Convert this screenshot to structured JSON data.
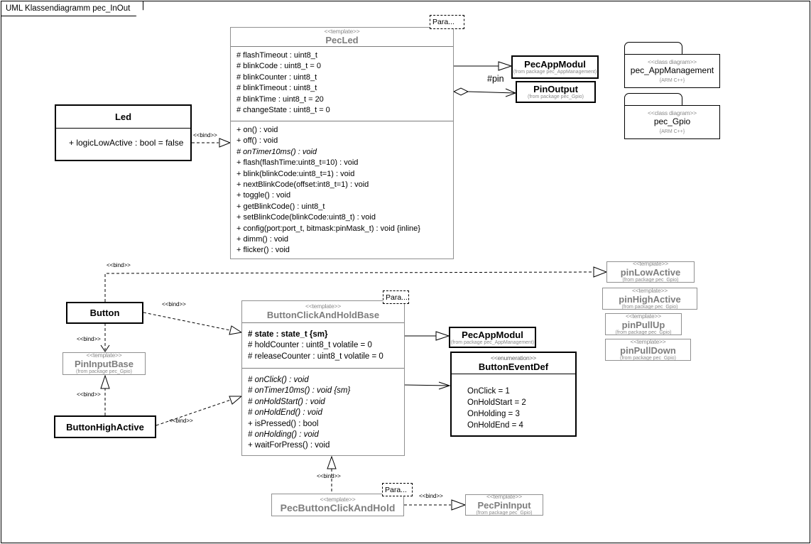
{
  "diagram_title": "UML Klassendiagramm pec_InOut",
  "labels": {
    "bind": "<<bind>>",
    "pin": "#pin",
    "para": "Para..."
  },
  "packages": [
    {
      "stereotype": "<<class diagram>>",
      "name": "pec_AppManagement",
      "note": "{ARM C++}"
    },
    {
      "stereotype": "<<class diagram>>",
      "name": "pec_Gpio",
      "note": "{ARM C++}"
    }
  ],
  "classes": {
    "led": {
      "name": "Led",
      "attributes": [
        "+ logicLowActive : bool = false"
      ]
    },
    "pecLed": {
      "stereotype": "<<template>>",
      "name": "PecLed",
      "attributes": [
        "# flashTimeout : uint8_t",
        "# blinkCode : uint8_t = 0",
        "# blinkCounter : uint8_t",
        "# blinkTimeout : uint8_t",
        "# blinkTime : uint8_t = 20",
        "# changeState : uint8_t = 0"
      ],
      "methods": [
        "+ on() : void",
        "+ off() : void",
        "# onTimer10ms() : void",
        "+ flash(flashTime:uint8_t=10) : void",
        "+ blink(blinkCode:uint8_t=1) : void",
        "+ nextBlinkCode(offset:int8_t=1) : void",
        "+ toggle() : void",
        "+ getBlinkCode() : uint8_t",
        "+ setBlinkCode(blinkCode:uint8_t) : void",
        "+ config(port:port_t, bitmask:pinMask_t) : void {inline}",
        "+ dimm() : void",
        "+ flicker() : void"
      ]
    },
    "pecAppModul1": {
      "name": "PecAppModul",
      "from": "(from package pec_AppManagement)"
    },
    "pinOutput": {
      "name": "PinOutput",
      "from": "(from package pec_Gpio)"
    },
    "pinLowActive": {
      "stereotype": "<<template>>",
      "name": "pinLowActive",
      "from": "(from package pec_Gpio)"
    },
    "pinHighActive": {
      "stereotype": "<<template>>",
      "name": "pinHighActive",
      "from": "(from package pec_Gpio)"
    },
    "pinPullUp": {
      "stereotype": "<<template>>",
      "name": "pinPullUp",
      "from": "(from package pec_Gpio)"
    },
    "pinPullDown": {
      "stereotype": "<<template>>",
      "name": "pinPullDown",
      "from": "(from package pec_Gpio)"
    },
    "button": {
      "name": "Button"
    },
    "pinInputBase": {
      "stereotype": "<<template>>",
      "name": "PinInputBase",
      "from": "(from package pec_Gpio)"
    },
    "buttonHighActive": {
      "name": "ButtonHighActive"
    },
    "bcahb": {
      "stereotype": "<<template>>",
      "name": "ButtonClickAndHoldBase",
      "attributes": [
        "# state : state_t {sm}",
        "# holdCounter : uint8_t volatile = 0",
        "# releaseCounter : uint8_t volatile = 0"
      ],
      "methods": [
        "# onClick() : void",
        "# onTimer10ms() : void {sm}",
        "# onHoldStart() : void",
        "# onHoldEnd() : void",
        "+ isPressed() : bool",
        "# onHolding() : void",
        "+ waitForPress() : void"
      ]
    },
    "pecAppModul2": {
      "name": "PecAppModul",
      "from": "(from package pec_AppManagement)"
    },
    "buttonEventDef": {
      "stereotype": "<<enumeration>>",
      "name": "ButtonEventDef",
      "values": [
        "OnClick = 1",
        "OnHoldStart = 2",
        "OnHolding = 3",
        "OnHoldEnd = 4"
      ]
    },
    "pecButtonClickAndHold": {
      "stereotype": "<<template>>",
      "name": "PecButtonClickAndHold"
    },
    "pecPinInput": {
      "stereotype": "<<template>>",
      "name": "PecPinInput",
      "from": "(from package pec_Gpio)"
    }
  }
}
